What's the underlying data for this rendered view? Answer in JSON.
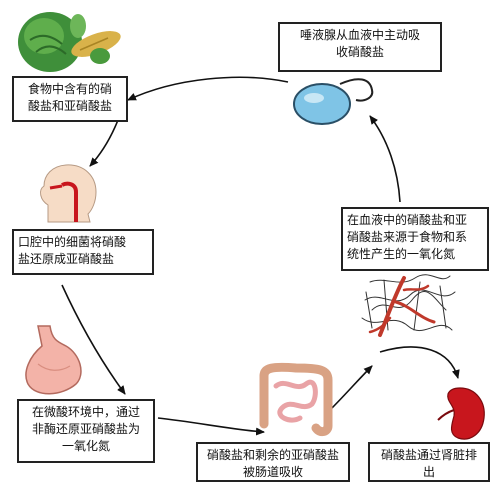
{
  "boxes": {
    "saliva": "唾液腺从血液中主动吸\n收硝酸盐",
    "food": "食物中含有的硝\n酸盐和亚硝酸盐",
    "mouth": "口腔中的细菌将硝酸\n盐还原成亚硝酸盐",
    "blood": "在血液中的硝酸盐和亚\n硝酸盐来源于食物和系\n统性产生的一氧化氮",
    "stomach": "在微酸环境中，通过\n非酶还原亚硝酸盐为\n一氧化氮",
    "intestine": "硝酸盐和剩余的亚硝酸盐\n被肠道吸收",
    "kidney": "硝酸盐通过肾脏排\n出"
  },
  "colors": {
    "box_border": "#222222",
    "arrow": "#111111",
    "gland": "#7fc4e6",
    "stomach": "#f3b3a8",
    "intestine": "#f2c9b0",
    "kidney": "#c8161d",
    "vessels": "#c0392b",
    "vegetables": "#3f8f3a"
  },
  "icons": [
    "vegetables-icon",
    "salivary-gland-icon",
    "head-profile-icon",
    "blood-vessels-icon",
    "stomach-icon",
    "intestine-icon",
    "kidney-icon"
  ]
}
